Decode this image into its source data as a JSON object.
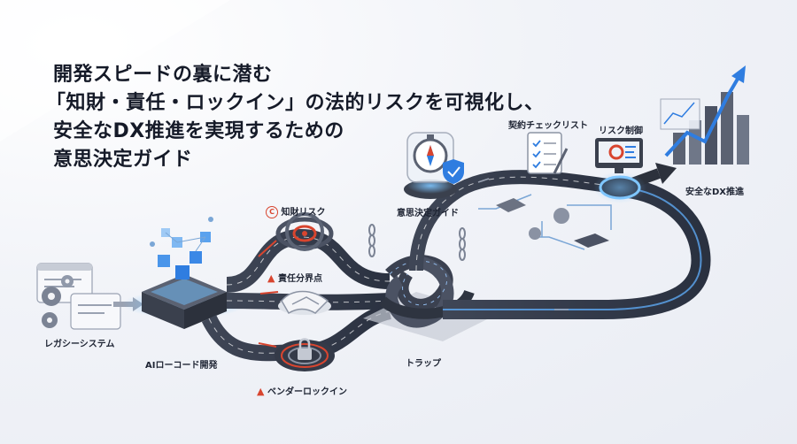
{
  "headline": {
    "line1": "開発スピードの裏に潜む",
    "line2": "「知財・責任・ロックイン」の法的リスクを可視化し、",
    "line3": "安全なDX推進を実現するための",
    "line4": "意思決定ガイド"
  },
  "labels": {
    "legacy": "レガシーシステム",
    "lowcode": "AIローコード開発",
    "ip_risk": "知財リスク",
    "responsibility": "責任分界点",
    "vendor_lockin": "ベンダーロックイン",
    "trap": "トラップ",
    "decision_guide": "意思決定ガイド",
    "contract_checklist": "契約チェックリスト",
    "risk_control": "リスク制御",
    "safe_dx": "安全なDX推進"
  },
  "icons": {
    "ip": "copyright-icon",
    "warning": "warning-icon"
  },
  "colors": {
    "road": "#4b5263",
    "accent_blue": "#2f7de0",
    "warning_red": "#d8452f",
    "text": "#151a28"
  }
}
